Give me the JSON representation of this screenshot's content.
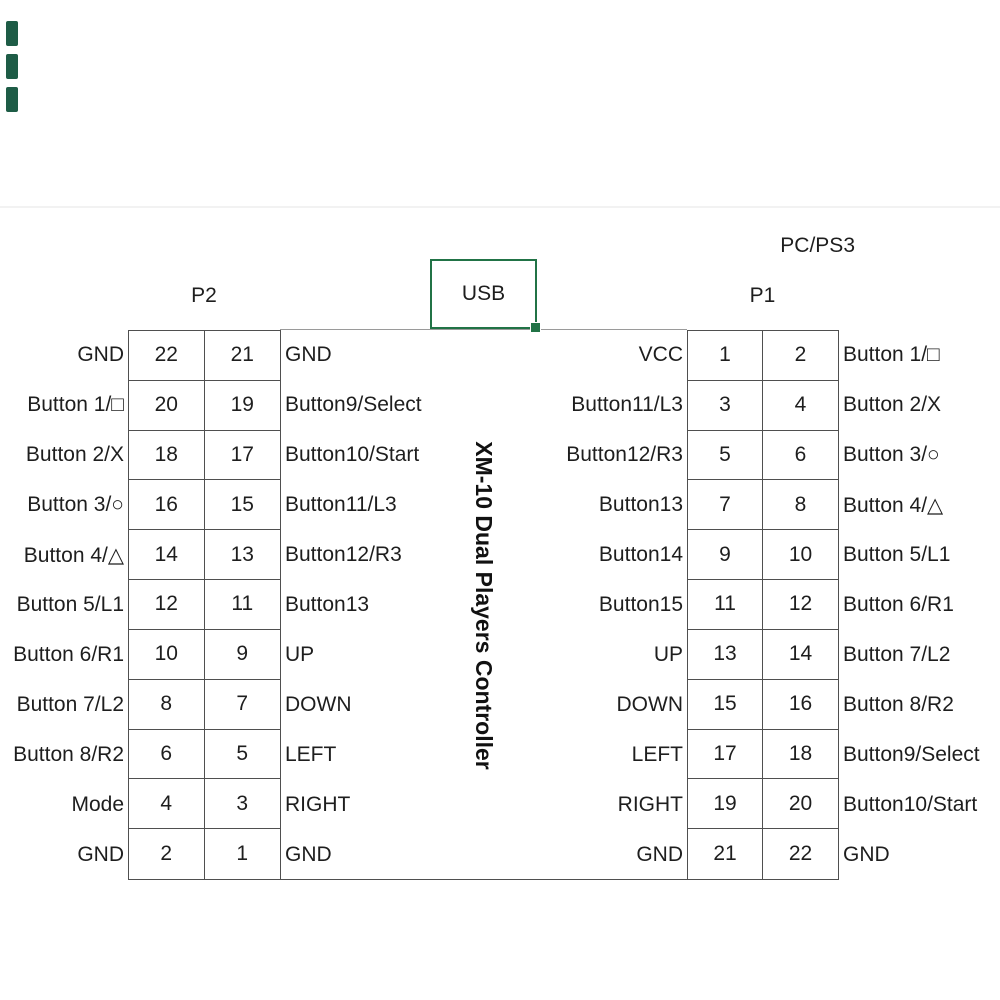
{
  "header": {
    "platform_label": "PC/PS3",
    "usb_label": "USB"
  },
  "title": {
    "text": "XM-10 Dual Players Controller"
  },
  "colors": {
    "accent_green": "#217346",
    "edge_mark_green": "#1e5c46",
    "table_border": "#4f4f4f",
    "text": "#1e1e1e",
    "divider": "#f2f2f2"
  },
  "p2_connector": {
    "label": "P2",
    "rows": [
      {
        "outer": "GND",
        "pin_a": "22",
        "pin_b": "21",
        "inner": "GND"
      },
      {
        "outer": "Button 1/□",
        "pin_a": "20",
        "pin_b": "19",
        "inner": "Button9/Select"
      },
      {
        "outer": "Button 2/X",
        "pin_a": "18",
        "pin_b": "17",
        "inner": "Button10/Start"
      },
      {
        "outer": "Button 3/○",
        "pin_a": "16",
        "pin_b": "15",
        "inner": "Button11/L3"
      },
      {
        "outer": "Button 4/△",
        "pin_a": "14",
        "pin_b": "13",
        "inner": "Button12/R3"
      },
      {
        "outer": "Button 5/L1",
        "pin_a": "12",
        "pin_b": "11",
        "inner": "Button13"
      },
      {
        "outer": "Button 6/R1",
        "pin_a": "10",
        "pin_b": "9",
        "inner": "UP"
      },
      {
        "outer": "Button 7/L2",
        "pin_a": "8",
        "pin_b": "7",
        "inner": "DOWN"
      },
      {
        "outer": "Button 8/R2",
        "pin_a": "6",
        "pin_b": "5",
        "inner": "LEFT"
      },
      {
        "outer": "Mode",
        "pin_a": "4",
        "pin_b": "3",
        "inner": "RIGHT"
      },
      {
        "outer": "GND",
        "pin_a": "2",
        "pin_b": "1",
        "inner": "GND"
      }
    ]
  },
  "p1_connector": {
    "label": "P1",
    "rows": [
      {
        "inner": "VCC",
        "pin_a": "1",
        "pin_b": "2",
        "outer": "Button 1/□"
      },
      {
        "inner": "Button11/L3",
        "pin_a": "3",
        "pin_b": "4",
        "outer": "Button 2/X"
      },
      {
        "inner": "Button12/R3",
        "pin_a": "5",
        "pin_b": "6",
        "outer": "Button 3/○"
      },
      {
        "inner": "Button13",
        "pin_a": "7",
        "pin_b": "8",
        "outer": "Button 4/△"
      },
      {
        "inner": "Button14",
        "pin_a": "9",
        "pin_b": "10",
        "outer": "Button 5/L1"
      },
      {
        "inner": "Button15",
        "pin_a": "11",
        "pin_b": "12",
        "outer": "Button 6/R1"
      },
      {
        "inner": "UP",
        "pin_a": "13",
        "pin_b": "14",
        "outer": "Button 7/L2"
      },
      {
        "inner": "DOWN",
        "pin_a": "15",
        "pin_b": "16",
        "outer": "Button 8/R2"
      },
      {
        "inner": "LEFT",
        "pin_a": "17",
        "pin_b": "18",
        "outer": "Button9/Select"
      },
      {
        "inner": "RIGHT",
        "pin_a": "19",
        "pin_b": "20",
        "outer": "Button10/Start"
      },
      {
        "inner": "GND",
        "pin_a": "21",
        "pin_b": "22",
        "outer": "GND"
      }
    ]
  }
}
